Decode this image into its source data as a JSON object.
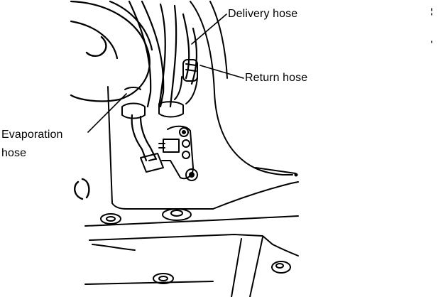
{
  "labels": {
    "delivery": "Delivery hose",
    "return": "Return hose",
    "evaporation_line1": "Evaporation",
    "evaporation_line2": "hose"
  },
  "colors": {
    "ink": "#000000",
    "paper": "#ffffff"
  }
}
